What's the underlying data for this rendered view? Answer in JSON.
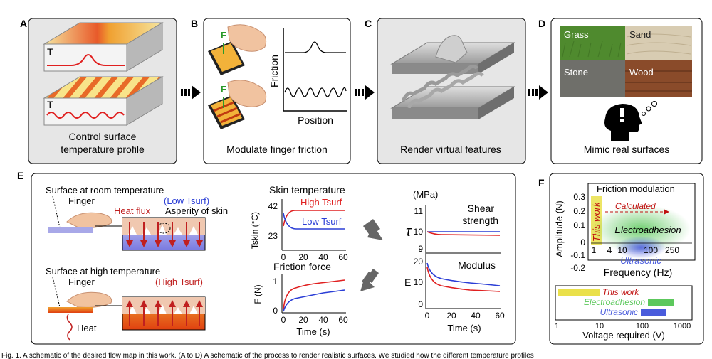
{
  "panels": {
    "A": {
      "letter": "A",
      "caption_line1": "Control surface",
      "caption_line2": "temperature profile",
      "t_label": "T"
    },
    "B": {
      "letter": "B",
      "caption": "Modulate finger friction",
      "ylabel": "Friction",
      "xlabel": "Position",
      "finger_label": "F"
    },
    "C": {
      "letter": "C",
      "caption": "Render virtual features"
    },
    "D": {
      "letter": "D",
      "caption": "Mimic real surfaces",
      "textures": [
        {
          "label": "Grass",
          "color": "#4f8a2e"
        },
        {
          "label": "Sand",
          "color": "#d8ccb2"
        },
        {
          "label": "Stone",
          "color": "#6f6f6a"
        },
        {
          "label": "Wood",
          "color": "#8a4b2a"
        }
      ]
    },
    "E": {
      "letter": "E",
      "room_title": "Surface at room temperature",
      "low_tsurf": "(Low Tsurf)",
      "finger": "Finger",
      "heat_flux": "Heat flux",
      "asperity": "Asperity of skin",
      "high_title": "Surface at high temperature",
      "high_tsurf": "(High Tsurf)",
      "heat": "Heat",
      "skin_chart": {
        "title": "Skin temperature",
        "ylabel": "Tskin (°C)",
        "yticks": [
          "42",
          "23"
        ],
        "series_high": "High Tsurf",
        "series_low": "Low Tsurf",
        "xticks": [
          "0",
          "20",
          "40",
          "60"
        ]
      },
      "friction_chart": {
        "title": "Friction force",
        "ylabel": "F (N)",
        "yticks": [
          "1",
          "0"
        ],
        "xticks": [
          "0",
          "20",
          "40",
          "60"
        ],
        "xlabel": "Time (s)"
      },
      "mech_chart": {
        "unit": "(MPa)",
        "shear_label": "Shear",
        "shear_label2": "strength",
        "modulus_label": "Modulus",
        "tau": "τ",
        "e": "E",
        "tau_ticks": [
          "11",
          "10",
          "9"
        ],
        "e_ticks": [
          "20",
          "10",
          "0"
        ],
        "xticks": [
          "0",
          "20",
          "40",
          "60"
        ],
        "xlabel": "Time (s)"
      }
    },
    "F": {
      "letter": "F",
      "top": {
        "title": "Friction modulation",
        "ylabel": "Amplitude (N)",
        "xlabel": "Frequency (Hz)",
        "yticks": [
          "0.3",
          "0.2",
          "0.1",
          "0",
          "-0.1",
          "-0.2"
        ],
        "xticks": [
          "1",
          "4",
          "10",
          "100",
          "250"
        ],
        "this_work": "This work",
        "calculated": "Calculated",
        "electro": "Electroadhesion",
        "ultra": "Ultrasonic"
      },
      "bottom": {
        "this_work": "This work",
        "electro": "Electroadhesion",
        "ultra": "Ultrasonic",
        "xlabel": "Voltage required (V)",
        "xticks": [
          "1",
          "10",
          "100",
          "1000"
        ]
      }
    },
    "caption_fragment": "Fig. 1. A schematic of the desired flow map in this work. (A to D) A schematic of the process to render realistic surfaces. We studied how the different temperature profiles"
  },
  "colors": {
    "high": "#e02020",
    "low": "#2b3ed6",
    "electro": "#5cc85c",
    "ultra": "#4a5cdc",
    "this_work": "#e0e020",
    "this_work_text": "#c01010"
  }
}
